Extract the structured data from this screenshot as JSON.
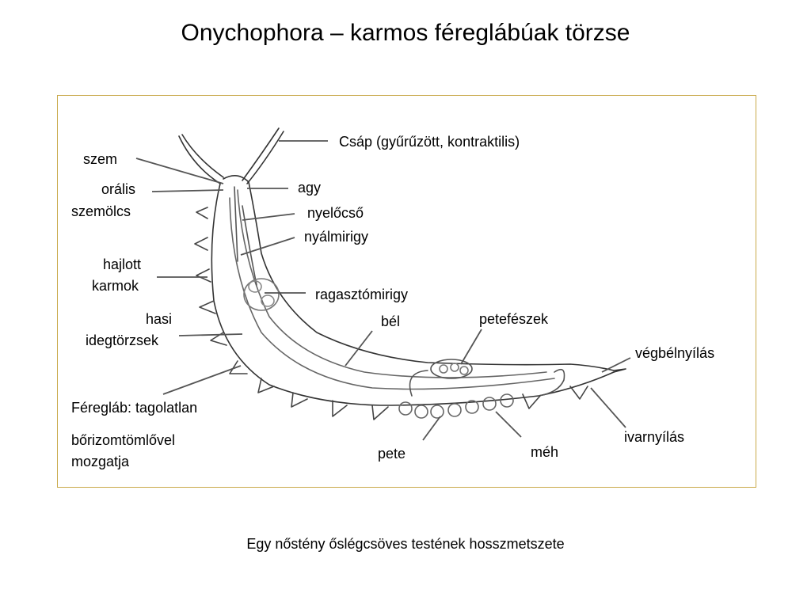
{
  "title": "Onychophora – karmos féreglábúak törzse",
  "labels": {
    "csap": "Csáp (gyűrűzött, kontraktilis)",
    "szem": "szem",
    "oralis": "orális",
    "szemolcs": "szemölcs",
    "agy": "agy",
    "nyelocso": "nyelőcső",
    "nyalmirigy": "nyálmirigy",
    "hajlott": "hajlott",
    "karmok": "karmok",
    "ragaszto": "ragasztómirigy",
    "hasi": "hasi",
    "idegtorzsek": "idegtörzsek",
    "bel": "bél",
    "petefeszek": "petefészek",
    "vegbel": "végbélnyílás",
    "fereglab": "Féregláb: tagolatlan",
    "borizom": "bőrizomtömlővel",
    "mozgatja": "mozgatja",
    "ivar": "ivarnyílás",
    "pete": "pete",
    "meh": "méh"
  },
  "caption": "Egy nőstény őslégcsöves testének hosszmetszete"
}
